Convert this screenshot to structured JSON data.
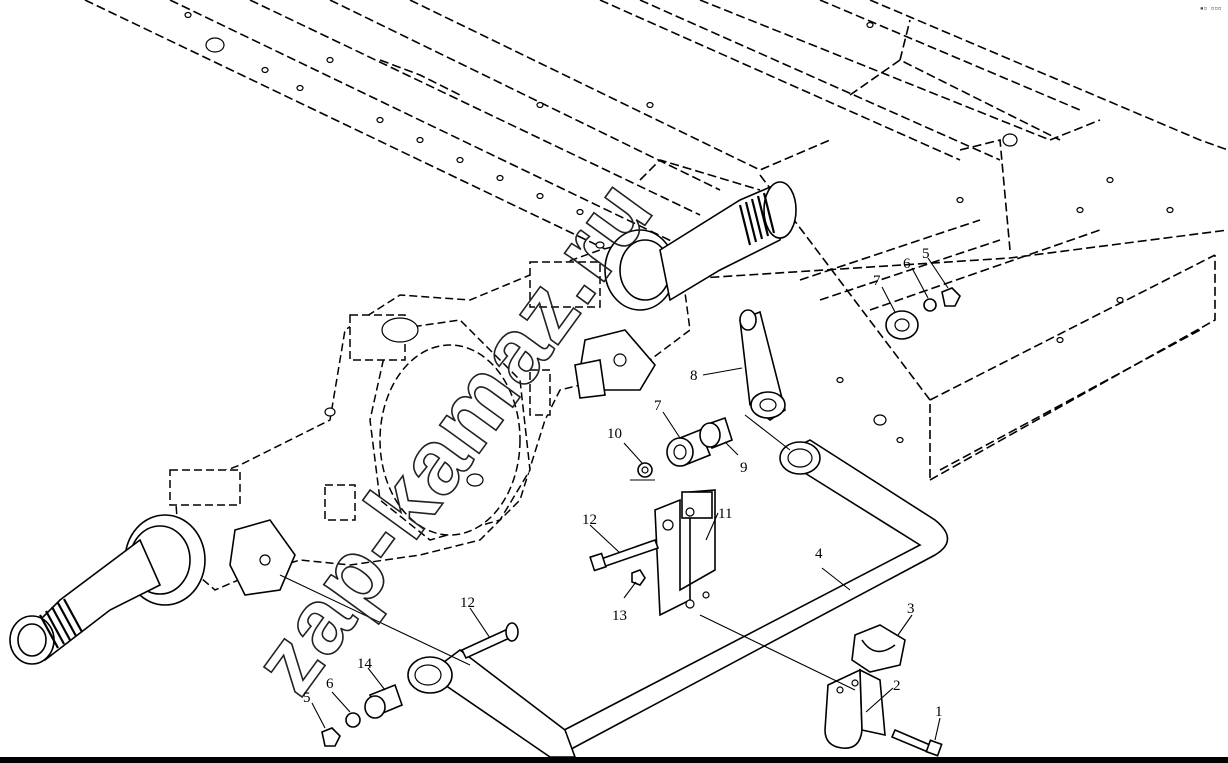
{
  "watermark": "zap-kamaz.ru",
  "corner_mark": "▪▫ ▫▫▫",
  "callouts": {
    "c1": "1",
    "c2": "2",
    "c3": "3",
    "c4": "4",
    "c5a": "5",
    "c5b": "5",
    "c6a": "6",
    "c6b": "6",
    "c7a": "7",
    "c7b": "7",
    "c8": "8",
    "c9": "9",
    "c10": "10",
    "c11": "11",
    "c12a": "12",
    "c12b": "12",
    "c13": "13",
    "c14": "14"
  },
  "colors": {
    "ink": "#000000",
    "paper": "#ffffff"
  }
}
